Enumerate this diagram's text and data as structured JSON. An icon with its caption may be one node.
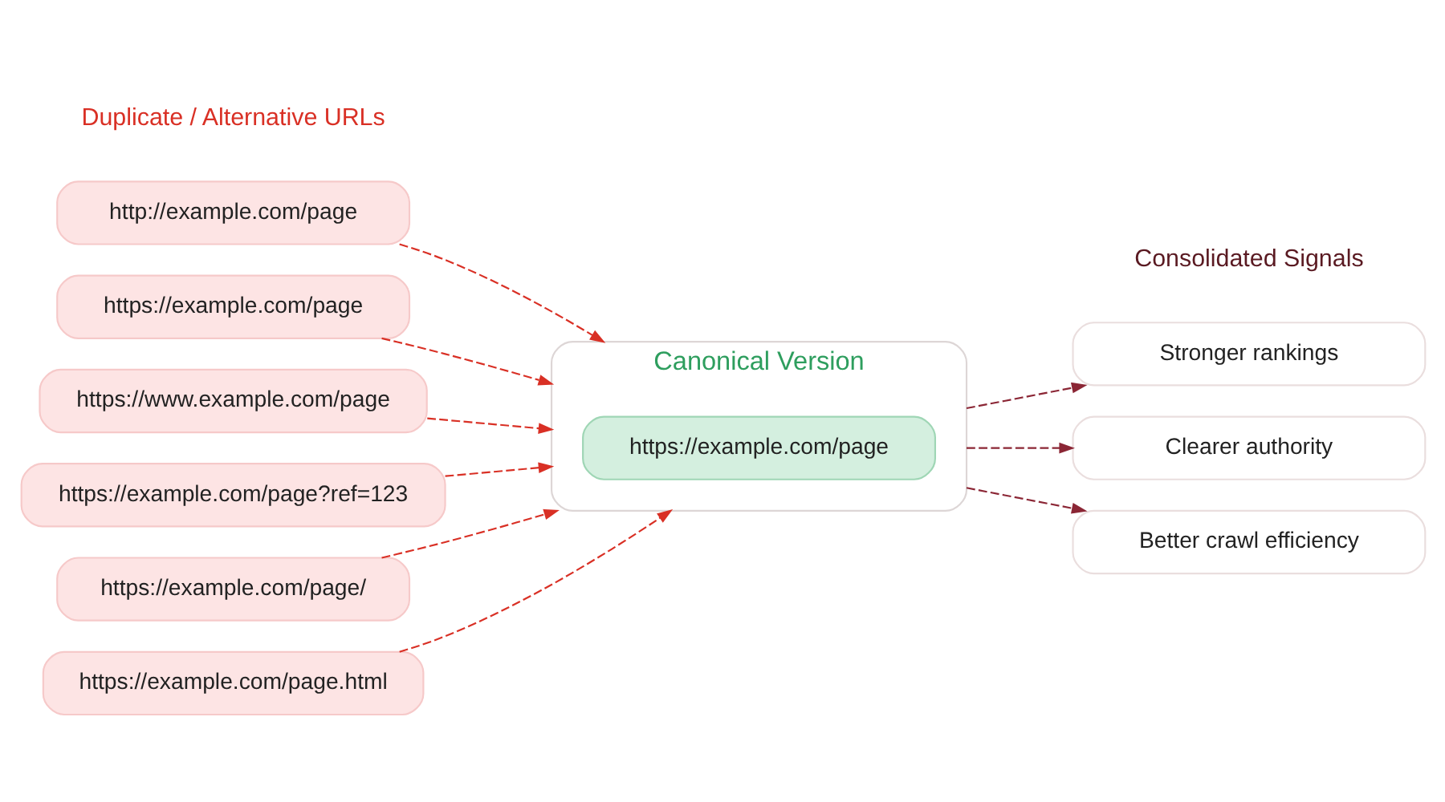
{
  "diagram": {
    "nodes": [
      {
        "text": [
          "http://example.com/page"
        ]
      },
      {
        "text": [
          "https://example.com/page"
        ]
      },
      {
        "text": [
          "https://www.example.com/page"
        ]
      },
      {
        "text": [
          "https://example.com/page?ref=123"
        ]
      },
      {
        "text": [
          "https://example.com/page/"
        ]
      },
      {
        "text": [
          "https://example.com/page.html"
        ]
      },
      {
        "text": [
          "Canonical Version"
        ]
      },
      {
        "text": [
          "https://example.com/page"
        ],
        "in": 6
      },
      {
        "text": [
          "Stronger rankings"
        ]
      },
      {
        "text": [
          "Clearer authority"
        ]
      },
      {
        "text": [
          "Better crawl efficiency"
        ]
      }
    ],
    "edges": [
      {
        "from": 0,
        "to": 6,
        "arrow": "to",
        "style": "dashed"
      },
      {
        "from": 1,
        "to": 6,
        "arrow": "to",
        "style": "dashed"
      },
      {
        "from": 2,
        "to": 6,
        "arrow": "to",
        "style": "dashed"
      },
      {
        "from": 3,
        "to": 6,
        "arrow": "to",
        "style": "dashed"
      },
      {
        "from": 4,
        "to": 6,
        "arrow": "to",
        "style": "dashed"
      },
      {
        "from": 5,
        "to": 6,
        "arrow": "to",
        "style": "dashed"
      },
      {
        "from": 6,
        "to": 8,
        "arrow": "to",
        "style": "dashed",
        "color": "#8b2635"
      },
      {
        "from": 6,
        "to": 9,
        "arrow": "to",
        "style": "dashed",
        "color": "#8b2635"
      },
      {
        "from": 6,
        "to": 10,
        "arrow": "to",
        "style": "dashed",
        "color": "#8b2635"
      }
    ],
    "labels": [
      "Duplicate / Alternative URLs",
      "Consolidated Signals"
    ]
  }
}
